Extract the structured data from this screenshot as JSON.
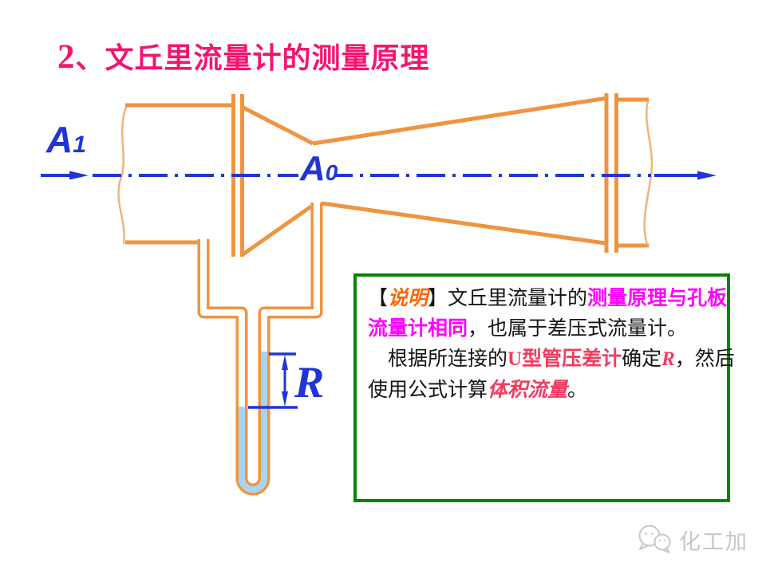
{
  "title": {
    "number": "2",
    "text": "、文丘里流量计的测量原理"
  },
  "colors": {
    "diagram_orange": "#EF9440",
    "diagram_orange_light": "#F4B277",
    "diagram_blue": "#2135D6",
    "liquid_blue": "#A8D3F1",
    "title_pink": "#F4156F",
    "magenta": "#FF00FF",
    "term_orange": "#FF6600",
    "crimson": "#F23B60",
    "box_green": "#068306",
    "watermark_gray": "#C7C7C7",
    "text_black": "#141414"
  },
  "diagram": {
    "label_inlet_area": {
      "base": "A",
      "sub": "1"
    },
    "label_throat_area": {
      "base": "A",
      "sub": "0"
    },
    "label_reading": "R"
  },
  "note": {
    "l1_open": "【",
    "l1_term": "说明",
    "l1_close": "】",
    "l1_black": "文丘里流量计的",
    "l1_magenta": "测量原理与孔板",
    "l2_magenta": "流量计相同",
    "l2_black": "，也属于差压式流量计。",
    "l3_black1": "根据所连接的",
    "l3_u": "U",
    "l3_red": "型管压差计",
    "l3_black2": "确定",
    "l3_r": "R",
    "l3_black3": "，然后",
    "l4_black1": "使用公式计算",
    "l4_red": "体积流量",
    "l4_black2": "。"
  },
  "footer": {
    "logo_icon": "wechat-chat-bubbles",
    "logo_text": "化工加"
  }
}
